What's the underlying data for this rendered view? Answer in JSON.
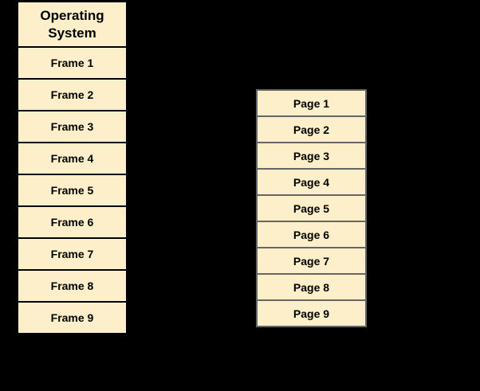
{
  "colors": {
    "background": "#000000",
    "box_fill": "#FCEFC9",
    "frame_border": "#000000",
    "page_border": "#666666",
    "text": "#000000"
  },
  "left_column": {
    "header": "Operating System",
    "rows": [
      "Frame 1",
      "Frame 2",
      "Frame 3",
      "Frame 4",
      "Frame 5",
      "Frame 6",
      "Frame 7",
      "Frame 8",
      "Frame 9"
    ]
  },
  "right_column": {
    "rows": [
      "Page 1",
      "Page 2",
      "Page 3",
      "Page 4",
      "Page 5",
      "Page 6",
      "Page 7",
      "Page 8",
      "Page 9"
    ]
  }
}
